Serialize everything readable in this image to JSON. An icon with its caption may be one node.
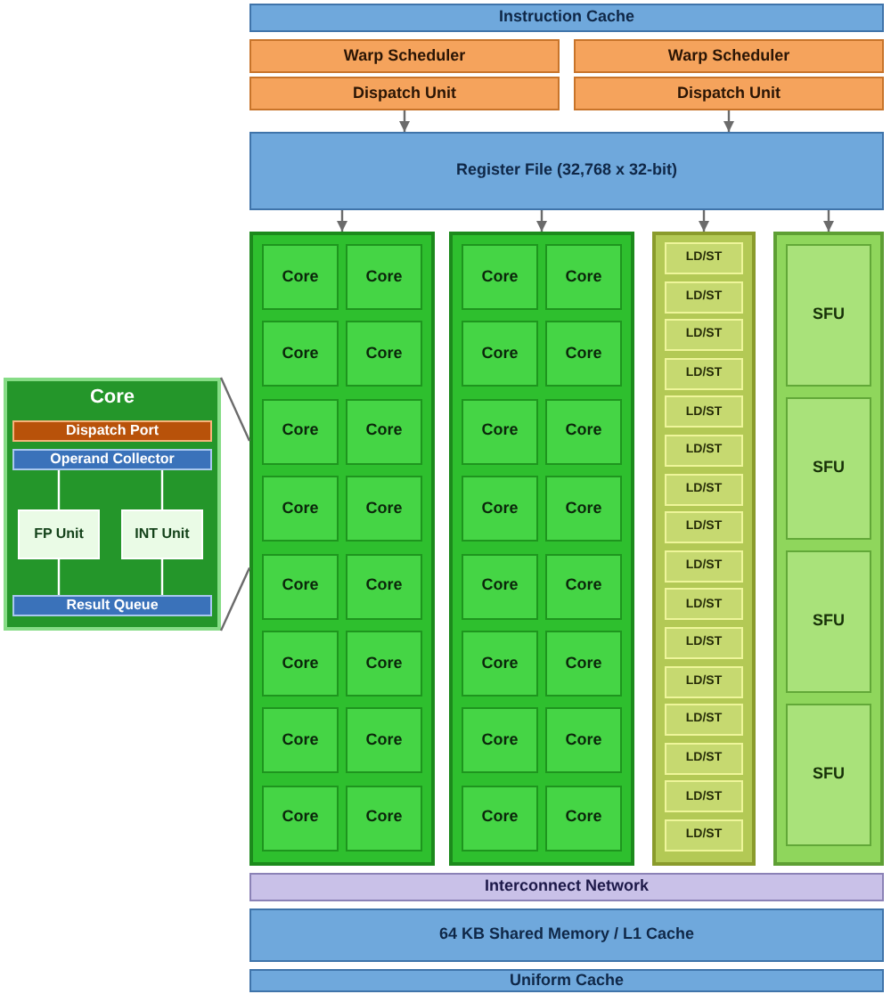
{
  "diagram": {
    "nodes": [
      {
        "text": [
          "Instruction Cache"
        ]
      },
      {
        "text": [
          "Warp Scheduler"
        ]
      },
      {
        "text": [
          "Dispatch Unit"
        ]
      },
      {
        "text": [
          "Warp Scheduler"
        ]
      },
      {
        "text": [
          "Dispatch Unit"
        ]
      },
      {
        "text": [
          "Register File (32,768 x 32-bit)"
        ]
      },
      {
        "text": [],
        "shape": "box"
      },
      {
        "text": [
          "Core"
        ],
        "in": 6
      },
      {
        "text": [
          "Core"
        ],
        "in": 6
      },
      {
        "text": [
          "Core"
        ],
        "in": 6
      },
      {
        "text": [
          "Core"
        ],
        "in": 6
      },
      {
        "text": [
          "Core"
        ],
        "in": 6
      },
      {
        "text": [
          "Core"
        ],
        "in": 6
      },
      {
        "text": [
          "Core"
        ],
        "in": 6
      },
      {
        "text": [
          "Core"
        ],
        "in": 6
      },
      {
        "text": [
          "Core"
        ],
        "in": 6
      },
      {
        "text": [
          "Core"
        ],
        "in": 6
      },
      {
        "text": [
          "Core"
        ],
        "in": 6
      },
      {
        "text": [
          "Core"
        ],
        "in": 6
      },
      {
        "text": [
          "Core"
        ],
        "in": 6
      },
      {
        "text": [
          "Core"
        ],
        "in": 6
      },
      {
        "text": [
          "Core"
        ],
        "in": 6
      },
      {
        "text": [
          "Core"
        ],
        "in": 6
      },
      {
        "text": [],
        "shape": "box"
      },
      {
        "text": [
          "Core"
        ],
        "in": 23
      },
      {
        "text": [
          "Core"
        ],
        "in": 23
      },
      {
        "text": [
          "Core"
        ],
        "in": 23
      },
      {
        "text": [
          "Core"
        ],
        "in": 23
      },
      {
        "text": [
          "Core"
        ],
        "in": 23
      },
      {
        "text": [
          "Core"
        ],
        "in": 23
      },
      {
        "text": [
          "Core"
        ],
        "in": 23
      },
      {
        "text": [
          "Core"
        ],
        "in": 23
      },
      {
        "text": [
          "Core"
        ],
        "in": 23
      },
      {
        "text": [
          "Core"
        ],
        "in": 23
      },
      {
        "text": [
          "Core"
        ],
        "in": 23
      },
      {
        "text": [
          "Core"
        ],
        "in": 23
      },
      {
        "text": [
          "Core"
        ],
        "in": 23
      },
      {
        "text": [
          "Core"
        ],
        "in": 23
      },
      {
        "text": [
          "Core"
        ],
        "in": 23
      },
      {
        "text": [
          "Core"
        ],
        "in": 23
      },
      {
        "text": [],
        "shape": "box"
      },
      {
        "text": [
          "LD/ST"
        ],
        "in": 40
      },
      {
        "text": [
          "LD/ST"
        ],
        "in": 40
      },
      {
        "text": [
          "LD/ST"
        ],
        "in": 40
      },
      {
        "text": [
          "LD/ST"
        ],
        "in": 40
      },
      {
        "text": [
          "LD/ST"
        ],
        "in": 40
      },
      {
        "text": [
          "LD/ST"
        ],
        "in": 40
      },
      {
        "text": [
          "LD/ST"
        ],
        "in": 40
      },
      {
        "text": [
          "LD/ST"
        ],
        "in": 40
      },
      {
        "text": [
          "LD/ST"
        ],
        "in": 40
      },
      {
        "text": [
          "LD/ST"
        ],
        "in": 40
      },
      {
        "text": [
          "LD/ST"
        ],
        "in": 40
      },
      {
        "text": [
          "LD/ST"
        ],
        "in": 40
      },
      {
        "text": [
          "LD/ST"
        ],
        "in": 40
      },
      {
        "text": [
          "LD/ST"
        ],
        "in": 40
      },
      {
        "text": [
          "LD/ST"
        ],
        "in": 40
      },
      {
        "text": [
          "LD/ST"
        ],
        "in": 40
      },
      {
        "text": [],
        "shape": "box"
      },
      {
        "text": [
          "SFU"
        ],
        "in": 57
      },
      {
        "text": [
          "SFU"
        ],
        "in": 57
      },
      {
        "text": [
          "SFU"
        ],
        "in": 57
      },
      {
        "text": [
          "SFU"
        ],
        "in": 57
      },
      {
        "text": [
          "Core"
        ]
      },
      {
        "text": [
          "Dispatch Port"
        ],
        "in": 62
      },
      {
        "text": [
          "Operand Collector"
        ],
        "in": 62
      },
      {
        "text": [
          "FP Unit"
        ],
        "in": 62
      },
      {
        "text": [
          "INT Unit"
        ],
        "in": 62
      },
      {
        "text": [
          "Result Queue"
        ],
        "in": 62
      },
      {
        "text": [
          "Interconnect Network"
        ]
      },
      {
        "text": [
          "64 KB Shared Memory / L1 Cache"
        ]
      },
      {
        "text": [
          "Uniform Cache"
        ]
      }
    ],
    "edges": [
      {
        "from": 2,
        "to": 5,
        "arrow": "to"
      },
      {
        "from": 4,
        "to": 5,
        "arrow": "to"
      },
      {
        "from": 5,
        "to": 6,
        "arrow": "to"
      },
      {
        "from": 5,
        "to": 23,
        "arrow": "to"
      },
      {
        "from": 5,
        "to": 40,
        "arrow": "to"
      },
      {
        "from": 5,
        "to": 57,
        "arrow": "to"
      },
      {
        "from": 62,
        "to": 6,
        "arrow": "none"
      },
      {
        "from": 62,
        "to": 6,
        "arrow": "none"
      },
      {
        "from": 64,
        "to": 65,
        "arrow": "none",
        "color": "#ffffff"
      },
      {
        "from": 64,
        "to": 66,
        "arrow": "none",
        "color": "#ffffff"
      },
      {
        "from": 65,
        "to": 67,
        "arrow": "none",
        "color": "#ffffff"
      },
      {
        "from": 66,
        "to": 67,
        "arrow": "none",
        "color": "#ffffff"
      }
    ]
  }
}
